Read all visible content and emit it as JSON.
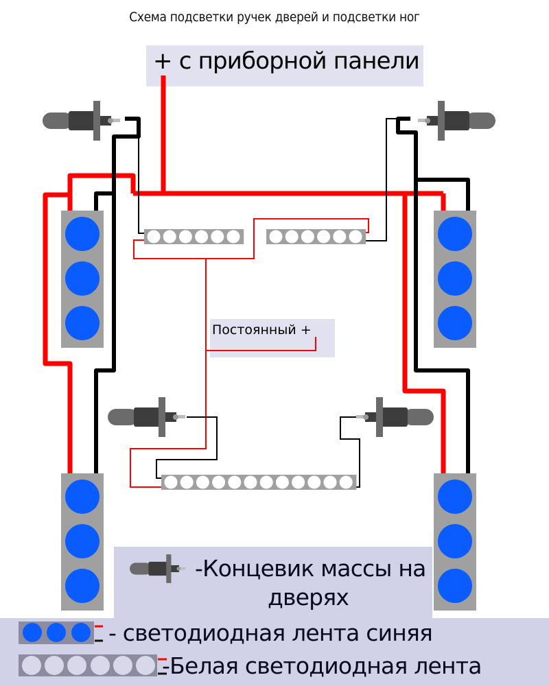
{
  "title": "Схема подсветки ручек дверей и подсветки ног",
  "labels": {
    "dashboard_plus": "+ с приборной панели",
    "constant_plus": "Постоянный +"
  },
  "legend": {
    "door_switch": "-Концевик массы на",
    "door_switch_line2": "дверях",
    "blue_strip": "- светодиодная лента синяя",
    "white_strip": "-Белая светодиодная лента"
  },
  "components": {
    "blue_led_blocks": [
      {
        "id": "front-left",
        "leds": 3
      },
      {
        "id": "front-right",
        "leds": 3
      },
      {
        "id": "rear-left",
        "leds": 3
      },
      {
        "id": "rear-right",
        "leds": 3
      }
    ],
    "white_led_strips": [
      {
        "id": "top-left",
        "leds": 6
      },
      {
        "id": "top-right",
        "leds": 6
      },
      {
        "id": "bottom",
        "leds": 12
      }
    ],
    "door_switches": [
      "front-left",
      "front-right",
      "rear-left",
      "rear-right"
    ]
  },
  "colors": {
    "wire_positive": "#ff0000",
    "wire_ground": "#000000",
    "led_blue": "#0a5cff",
    "strip_gray": "#a0a0a0",
    "label_bg": "#e1e1f0",
    "legend_bg": "#d1d1e7"
  }
}
